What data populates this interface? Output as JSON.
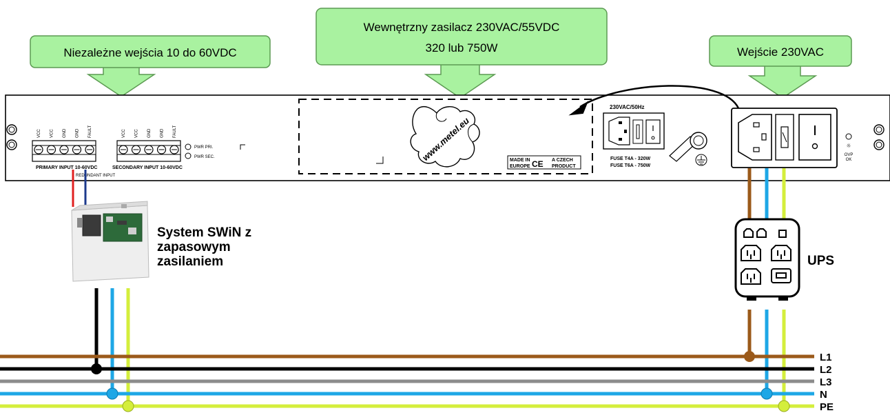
{
  "callouts": {
    "left": "Niezależne wejścia 10 do 60VDC",
    "center_line1": "Wewnętrzny zasilacz 230VAC/55VDC",
    "center_line2": "320 lub 750W",
    "right": "Wejście 230VAC"
  },
  "panel": {
    "terminal_labels": [
      "VCC",
      "VCC",
      "GND",
      "GND",
      "FAULT",
      "VCC",
      "VCC",
      "GND",
      "GND",
      "FAULT"
    ],
    "primary_input": "PRIMARY INPUT 10-60VDC",
    "secondary_input": "SECONDARY INPUT 10-60VDC",
    "redundant_input": "REDUNDANT INPUT",
    "pwr_pri": "PWR PRI.",
    "pwr_sec": "PWR SEC.",
    "logo_text": "www.metel.eu",
    "made_in_1": "MADE IN",
    "made_in_2": "EUROPE",
    "ce": "CE",
    "czech_1": "A CZECH",
    "czech_2": "PRODUCT",
    "ac_rating": "230VAC/50Hz",
    "fuse_1": "FUSE T4A - 320W",
    "fuse_2": "FUSE T6A - 750W",
    "ovp_1": "OVP",
    "ovp_2": "OK"
  },
  "device_label": [
    "System SWiN z",
    "zapasowym",
    "zasilaniem"
  ],
  "ups_label": "UPS",
  "lines": [
    {
      "name": "L1",
      "color": "#9b5a1a"
    },
    {
      "name": "L2",
      "color": "#000000"
    },
    {
      "name": "L3",
      "color": "#8c8c8c"
    },
    {
      "name": "N",
      "color": "#1ea7e6"
    },
    {
      "name": "PE",
      "color": "#d4ee3c"
    }
  ],
  "colors": {
    "callout_fill": "#a9f2a0",
    "callout_stroke": "#5c9a52",
    "brown": "#9b5a1a",
    "blue": "#1ea7e6",
    "yellow_green": "#d4ee3c",
    "red_wire": "#e02020",
    "navy_wire": "#1c3a8c"
  }
}
